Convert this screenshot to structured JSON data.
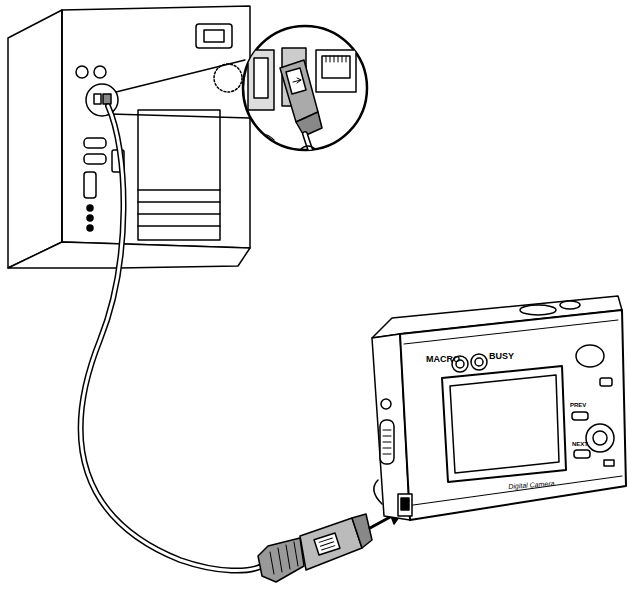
{
  "diagram": {
    "labels": [
      "MACRO",
      "BUSY",
      "PREV",
      "NEXT",
      "Digital Camera"
    ]
  }
}
